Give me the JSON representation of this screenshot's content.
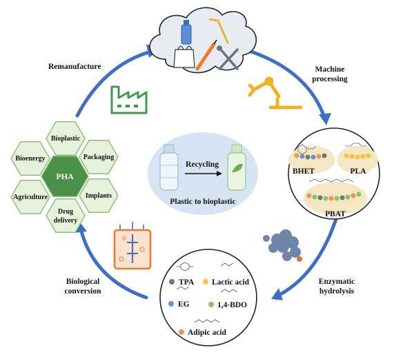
{
  "stages": {
    "remanufacture": "Remanufacture",
    "machine_line1": "Machine",
    "machine_line2": "processing",
    "enzymatic_line1": "Enzymatic",
    "enzymatic_line2": "hydrolysis",
    "biological_line1": "Biological",
    "biological_line2": "conversion"
  },
  "center": {
    "recycling": "Recycling",
    "caption": "Plastic to bioplastic"
  },
  "polymers": {
    "bhet": "BHET",
    "pla": "PLA",
    "pbat": "PBAT"
  },
  "monomers": [
    {
      "label": "TPA",
      "color": "#6b7d6b"
    },
    {
      "label": "Lactic acid",
      "color": "#f5c542"
    },
    {
      "label": "EG",
      "color": "#6d8fd6"
    },
    {
      "label": "1,4-BDO",
      "color": "#8cc466"
    },
    {
      "label": "Adipic acid",
      "color": "#f0915a"
    }
  ],
  "pha": {
    "center": "PHA",
    "bioplastic": "Bioplastic",
    "packaging": "Packaging",
    "bioenergy": "Bioenergy",
    "implants": "Implants",
    "agriculture": "Agriculture",
    "drug_line1": "Drug",
    "drug_line2": "delivery"
  },
  "colors": {
    "arrow": "#3d6fc7",
    "pha_dark": "#4a8f4a",
    "pha_light": "#e7f2dd",
    "hex_stroke": "#8fbf7a",
    "factory": "#3e9a4a",
    "robot": "#f0b323",
    "protein": "#6f86a8",
    "ellipse_bg": "#d6e4f3"
  }
}
